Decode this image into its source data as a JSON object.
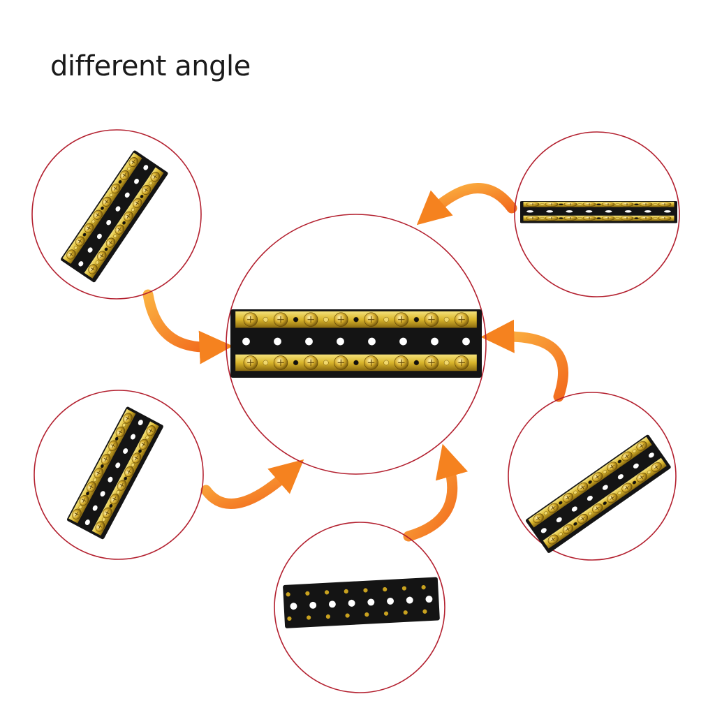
{
  "title": "different angle",
  "colors": {
    "circle_stroke": "#b3202f",
    "arrow": "#f7931e",
    "base": "#141414",
    "brass": "#d9b52a"
  },
  "views": [
    {
      "name": "center-front-view"
    },
    {
      "name": "top-left-angled-view"
    },
    {
      "name": "top-right-side-view"
    },
    {
      "name": "bottom-left-low-angle-view"
    },
    {
      "name": "bottom-right-angled-view"
    },
    {
      "name": "bottom-back-view"
    }
  ]
}
